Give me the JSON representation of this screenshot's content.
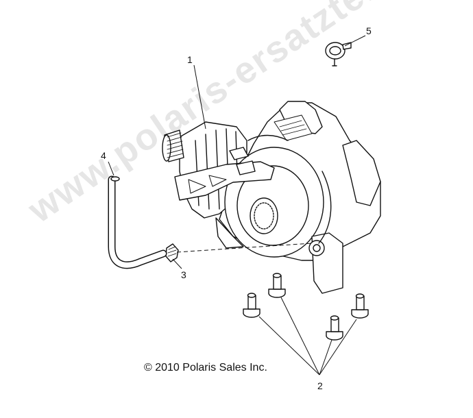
{
  "diagram": {
    "watermark": "www.polaris-ersatzteile.de",
    "copyright": "© 2010 Polaris Sales Inc.",
    "callouts": {
      "c1": "1",
      "c2": "2",
      "c3": "3",
      "c4": "4",
      "c5": "5"
    }
  }
}
